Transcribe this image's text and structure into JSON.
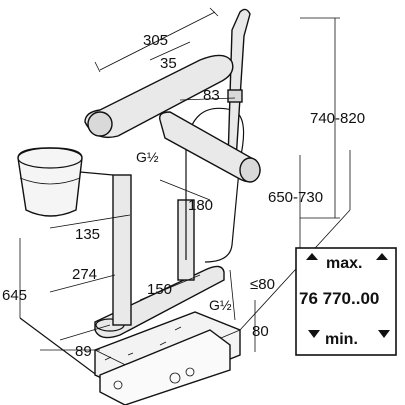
{
  "dimensions": {
    "d305": "305",
    "d35": "35",
    "d83": "83",
    "d740_820": "740-820",
    "g_half_top": "G½",
    "d180": "180",
    "d650_730": "650-730",
    "d135": "135",
    "d274": "274",
    "d645": "645",
    "d150": "150",
    "d_le80": "≤80",
    "g_half_bottom": "G½",
    "d80": "80",
    "d89": "89"
  },
  "range_box": {
    "max_label": "max.",
    "model_number": "76 770..00",
    "min_label": "min."
  }
}
